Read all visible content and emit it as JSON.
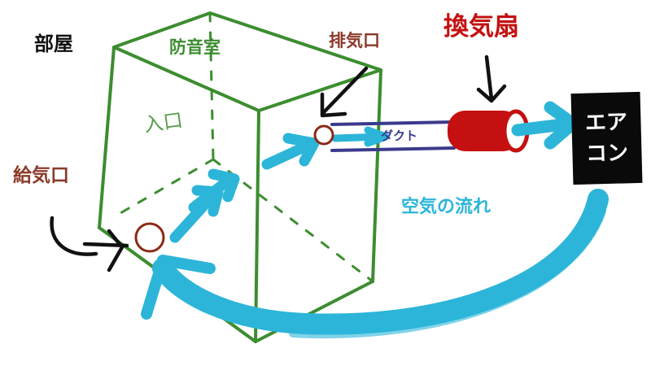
{
  "labels": {
    "room": "部屋",
    "booth": "防音室",
    "exhaust_port": "排気口",
    "fan": "換気扇",
    "intake_port": "給気口",
    "air_flow": "空気の流れ",
    "duct": "ダクト",
    "ac_line1": "エア",
    "ac_line2": "コン",
    "booth_inner_text": "入口"
  },
  "colors": {
    "booth": "#3c8d2f",
    "port_ring": "#8a2a18",
    "arrow": "#2cb5d8",
    "fan": "#c41010",
    "duct": "#3a3a8c",
    "label_brown": "#8b3a2a",
    "pointer": "#111111",
    "ac_box": "#0a0a0a"
  }
}
